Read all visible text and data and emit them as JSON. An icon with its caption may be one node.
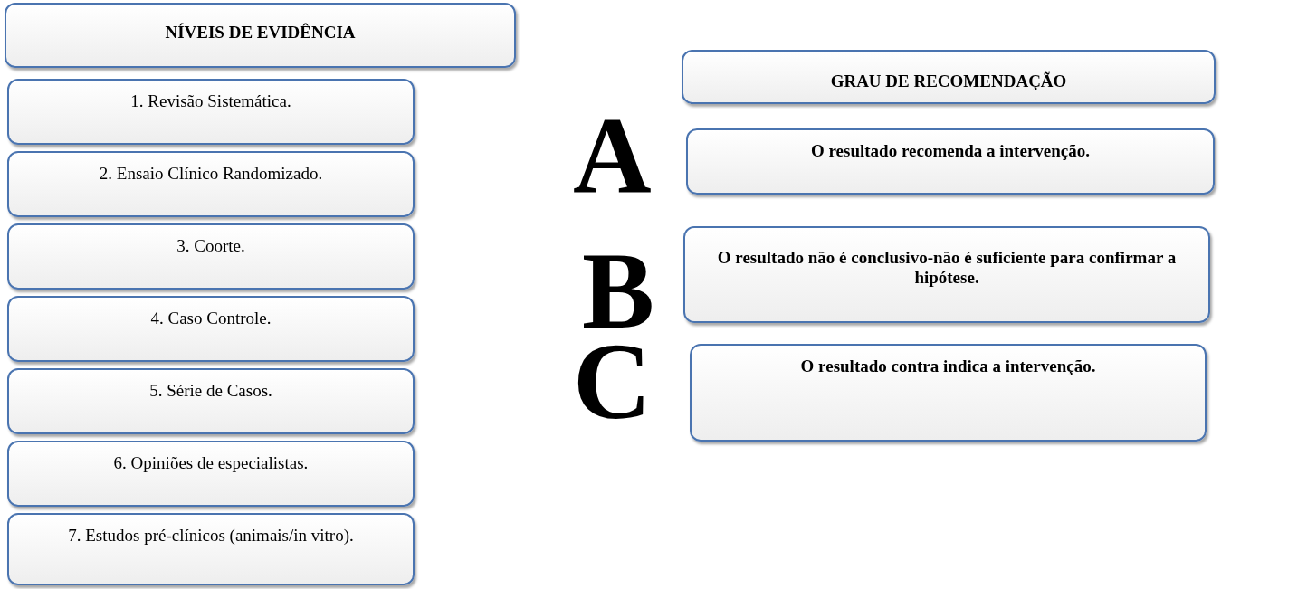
{
  "diagram": {
    "nodes": [
      {
        "text": [
          "NÍVEIS DE EVIDÊNCIA"
        ]
      },
      {
        "text": [
          "1. Revisão Sistemática."
        ]
      },
      {
        "text": [
          "2. Ensaio Clínico Randomizado."
        ]
      },
      {
        "text": [
          "3. Coorte."
        ]
      },
      {
        "text": [
          "4. Caso Controle."
        ]
      },
      {
        "text": [
          "5. Série de Casos."
        ]
      },
      {
        "text": [
          "6. Opiniões de especialistas."
        ]
      },
      {
        "text": [
          "7. Estudos pré-clínicos (animais/in vitro)."
        ]
      },
      {
        "text": [
          "GRAU DE RECOMENDAÇÃO"
        ]
      },
      {
        "text": [
          "O resultado recomenda a intervenção."
        ]
      },
      {
        "text": [
          "O resultado não é conclusivo-não é suficiente para confirmar a hipótese."
        ]
      },
      {
        "text": [
          "O resultado contra indica a intervenção."
        ]
      }
    ],
    "labels": [
      "A",
      "B",
      "C"
    ]
  }
}
